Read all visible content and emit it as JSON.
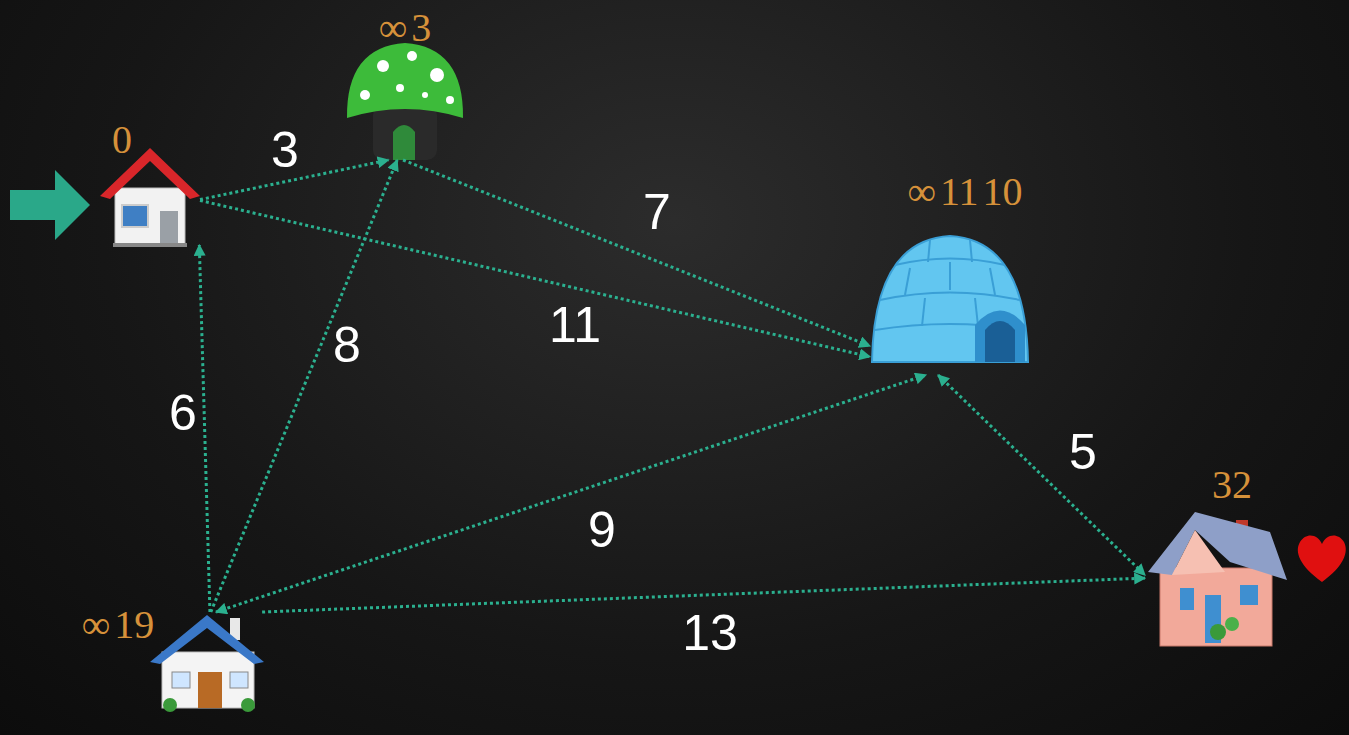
{
  "diagram": {
    "nodes": [
      {
        "text": [
          "0"
        ]
      },
      {
        "text": [
          "∞",
          "3"
        ]
      },
      {
        "text": [
          "∞",
          "11",
          "10"
        ]
      },
      {
        "text": [
          "∞",
          "19"
        ]
      },
      {
        "text": [
          "32"
        ]
      }
    ],
    "edges": [
      {
        "from": 0,
        "to": 1,
        "label": "3",
        "arrow": "to"
      },
      {
        "from": 1,
        "to": 2,
        "label": "7",
        "arrow": "to"
      },
      {
        "from": 0,
        "to": 2,
        "label": "11",
        "arrow": "to"
      },
      {
        "from": 3,
        "to": 0,
        "label": "6",
        "arrow": "to"
      },
      {
        "from": 3,
        "to": 1,
        "label": "8",
        "arrow": "to"
      },
      {
        "from": 3,
        "to": 2,
        "label": "9",
        "arrow": "both"
      },
      {
        "from": 2,
        "to": 4,
        "label": "5",
        "arrow": "both"
      },
      {
        "from": 3,
        "to": 4,
        "label": "13",
        "arrow": "to"
      }
    ]
  }
}
